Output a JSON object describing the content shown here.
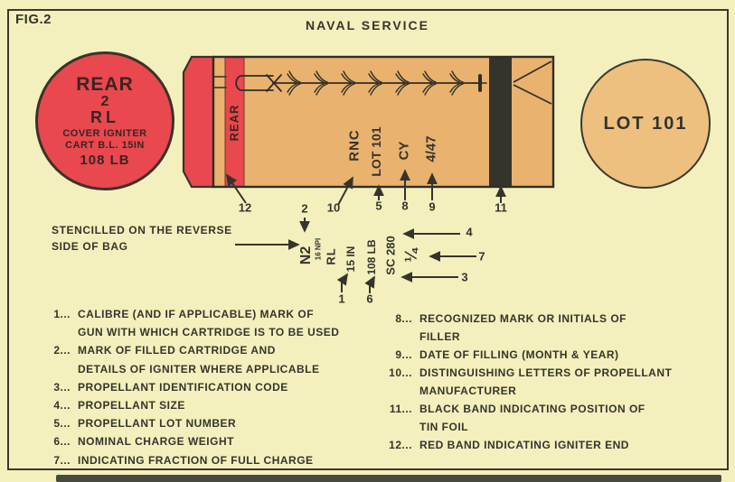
{
  "figure": {
    "fig_label": "FIG.2",
    "title": "NAVAL SERVICE"
  },
  "rear_disc": {
    "line1": "REAR",
    "line2": "2",
    "line3": "RL",
    "line4": "COVER  IGNITER",
    "line5": "CART B.L. 15IN",
    "line6": "108 LB"
  },
  "lot_disc": {
    "label": "LOT 101"
  },
  "cartridge": {
    "red_band_label": "REAR",
    "stamp_manufacturer": "RNC",
    "stamp_lot": "LOT 101",
    "stamp_filler": "CY",
    "stamp_date": "4/47"
  },
  "stencil_note": {
    "line1": "STENCILLED ON THE REVERSE",
    "line2": "SIDE OF BAG"
  },
  "stencil_marks": {
    "mark": "N2",
    "mark_small": "16 NPI",
    "igniter": "RL",
    "calibre": "15 IN",
    "weight": "108 LB",
    "code_size": "SC 280",
    "fraction": "¼"
  },
  "callouts": {
    "c1": "1",
    "c2": "2",
    "c3": "3",
    "c4": "4",
    "c5": "5",
    "c6": "6",
    "c7": "7",
    "c8": "8",
    "c9": "9",
    "c10": "10",
    "c11": "11",
    "c12": "12"
  },
  "legend": {
    "left": [
      {
        "num": "1...",
        "l1": "CALIBRE (AND IF APPLICABLE) MARK OF",
        "l2": "GUN WITH WHICH CARTRIDGE IS TO BE USED"
      },
      {
        "num": "2...",
        "l1": "MARK OF FILLED CARTRIDGE AND",
        "l2": "DETAILS OF IGNITER WHERE APPLICABLE"
      },
      {
        "num": "3...",
        "l1": "PROPELLANT IDENTIFICATION CODE",
        "l2": ""
      },
      {
        "num": "4...",
        "l1": "PROPELLANT SIZE",
        "l2": ""
      },
      {
        "num": "5...",
        "l1": "PROPELLANT LOT NUMBER",
        "l2": ""
      },
      {
        "num": "6...",
        "l1": "NOMINAL CHARGE WEIGHT",
        "l2": ""
      },
      {
        "num": "7...",
        "l1": "INDICATING FRACTION OF FULL CHARGE",
        "l2": ""
      }
    ],
    "right": [
      {
        "num": "8...",
        "l1": "RECOGNIZED MARK OR INITIALS OF",
        "l2": "FILLER"
      },
      {
        "num": "9...",
        "l1": "DATE OF FILLING (MONTH & YEAR)",
        "l2": ""
      },
      {
        "num": "10...",
        "l1": "DISTINGUISHING LETTERS OF PROPELLANT",
        "l2": "MANUFACTURER"
      },
      {
        "num": "11...",
        "l1": "BLACK BAND INDICATING POSITION OF",
        "l2": "TIN FOIL"
      },
      {
        "num": "12...",
        "l1": "RED BAND INDICATING IGNITER END",
        "l2": ""
      }
    ]
  },
  "colors": {
    "background": "#f3f0bd",
    "body_tan": "#e9b26e",
    "red": "#e8484e",
    "black_band": "#35342c",
    "ink": "#35342c",
    "lot_disc_tan": "#edc07f"
  }
}
